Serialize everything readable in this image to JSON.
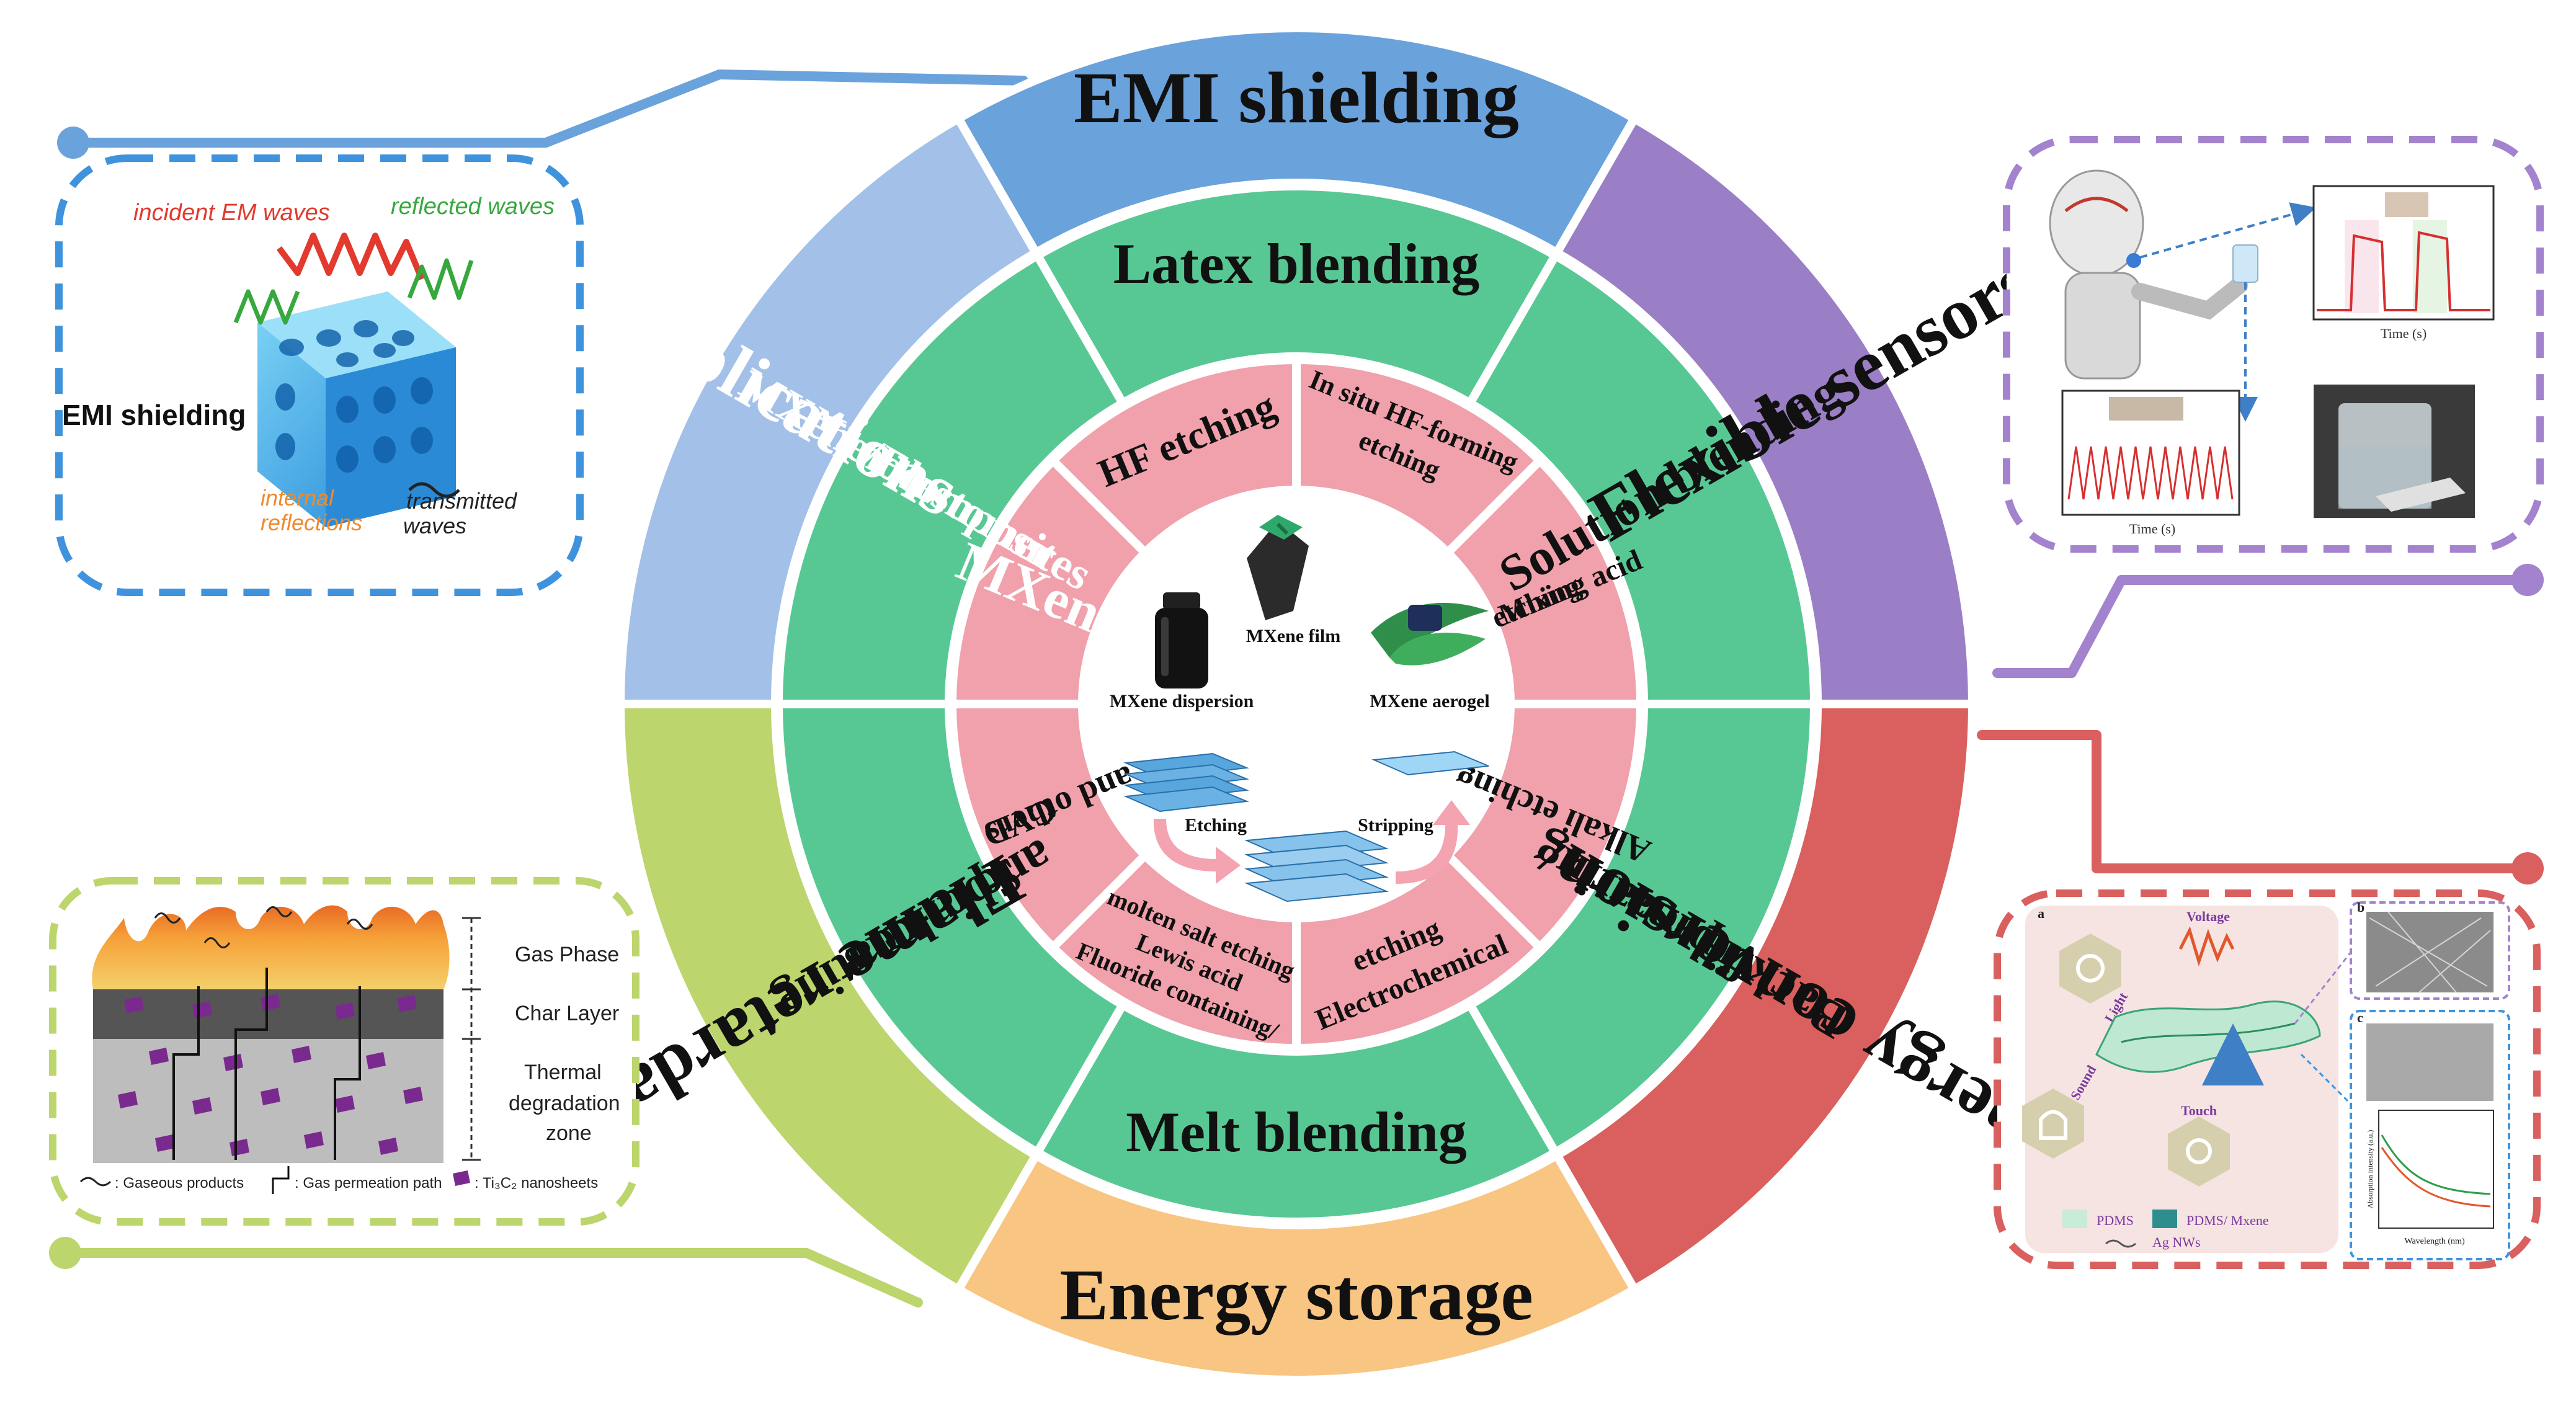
{
  "outer_ring": {
    "emi": "EMI  shielding",
    "flexible": "Flexible sensors",
    "energy_conversion": "Energy conversion",
    "energy_storage": "Energy storage",
    "flame": "Flame retardants",
    "applications": "Applications"
  },
  "middle_ring": {
    "latex": "Latex blending",
    "solution": "Solution blending",
    "backfill_1": "Backfill matrix/",
    "backfill_2": "dip-coating",
    "melt": "Melt blending",
    "spin_1": "Spin-coating",
    "spin_2": "and others",
    "nano_1": "MXene/Elastomer",
    "nano_2": "Nanocomposites"
  },
  "inner_ring": {
    "hf": "HF etching",
    "insitu_1": "In situ HF-forming",
    "insitu_2": "etching",
    "mixing_1": "Mixing acid",
    "mixing_2": "etching",
    "alkali": "Alkali etching",
    "electro_1": "Electrochemical",
    "electro_2": "etching",
    "fluoride_1": "Fluoride containing/",
    "fluoride_2": "Lewis acid",
    "fluoride_3": "molten salt etching",
    "cvd_1": "CVD",
    "cvd_2": "and others",
    "mxene": "MXene"
  },
  "center": {
    "film": "MXene film",
    "dispersion": "MXene dispersion",
    "aerogel": "MXene aerogel",
    "etching": "Etching",
    "stripping": "Stripping"
  },
  "panel_emi": {
    "incident": "incident EM waves",
    "reflected": "reflected waves",
    "label": "EMI shielding",
    "internal_1": "internal",
    "internal_2": "reflections",
    "transmitted_1": "transmitted",
    "transmitted_2": "waves"
  },
  "panel_flame": {
    "gas_phase": "Gas Phase",
    "char_layer": "Char Layer",
    "thermal_1": "Thermal",
    "thermal_2": "degradation",
    "thermal_3": "zone",
    "legend_gas": ": Gaseous products",
    "legend_path": ": Gas permeation path",
    "legend_nano": ": Ti₃C₂ nanosheets"
  },
  "panel_sensor": {
    "time_1": "Time (s)",
    "time_2": "Time (s)"
  },
  "panel_energy": {
    "a": "a",
    "b": "b",
    "c": "c",
    "light": "Light",
    "voltage": "Voltage",
    "sound": "Sound",
    "touch": "Touch",
    "pdms": "PDMS",
    "pdms_mxene": "PDMS/ Mxene",
    "agnws": "Ag NWs",
    "wavelength": "Wavelength (nm)",
    "absorption": "Absorption intensity (a.u.)"
  },
  "colors": {
    "emi": "#6aa2dc",
    "flexible": "#9b7fc6",
    "energy_conversion": "#d9605e",
    "energy_storage": "#f8c583",
    "flame": "#bcd56c",
    "applications": "#a3c0e8",
    "middle": "#57c894",
    "inner": "#f0a1ab",
    "panel_emi": "#3f93dd",
    "panel_flame": "#bcd56c",
    "panel_sensor": "#a383cd",
    "panel_energy": "#d9605e"
  }
}
